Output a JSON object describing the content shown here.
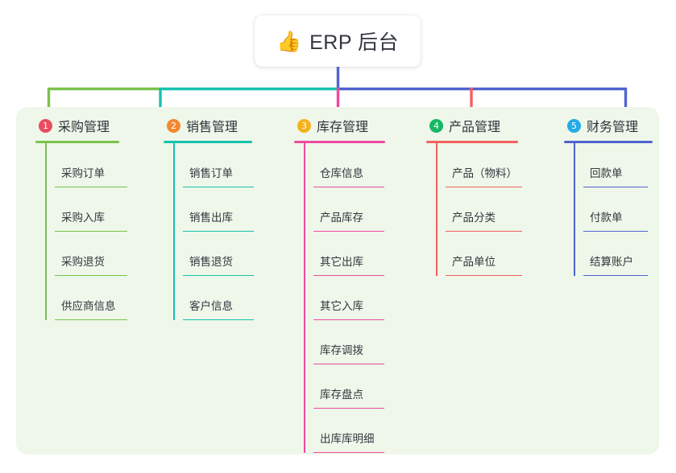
{
  "diagram": {
    "type": "mindmap-tree",
    "root": {
      "emoji": "👍",
      "icon_name": "thumbs-up-emoji",
      "title": "ERP 后台"
    },
    "panel_background": "#eef7e9",
    "columns": [
      {
        "index": "1",
        "badge_color": "#ea4c5f",
        "line_color": "#7ac34c",
        "title": "采购管理",
        "items": [
          "采购订单",
          "采购入库",
          "采购退货",
          "供应商信息"
        ]
      },
      {
        "index": "2",
        "badge_color": "#f2892f",
        "line_color": "#16c2ae",
        "title": "销售管理",
        "items": [
          "销售订单",
          "销售出库",
          "销售退货",
          "客户信息"
        ]
      },
      {
        "index": "3",
        "badge_color": "#f5b21c",
        "line_color": "#ef4aa0",
        "title": "库存管理",
        "items": [
          "仓库信息",
          "产品库存",
          "其它出库",
          "其它入库",
          "库存调拨",
          "库存盘点",
          "出库库明细"
        ]
      },
      {
        "index": "4",
        "badge_color": "#16b864",
        "line_color": "#f2605f",
        "title": "产品管理",
        "items": [
          "产品（物料）",
          "产品分类",
          "产品单位"
        ]
      },
      {
        "index": "5",
        "badge_color": "#23abe6",
        "line_color": "#4f63cf",
        "title": "财务管理",
        "items": [
          "回款单",
          "付款单",
          "结算账户"
        ]
      }
    ]
  }
}
